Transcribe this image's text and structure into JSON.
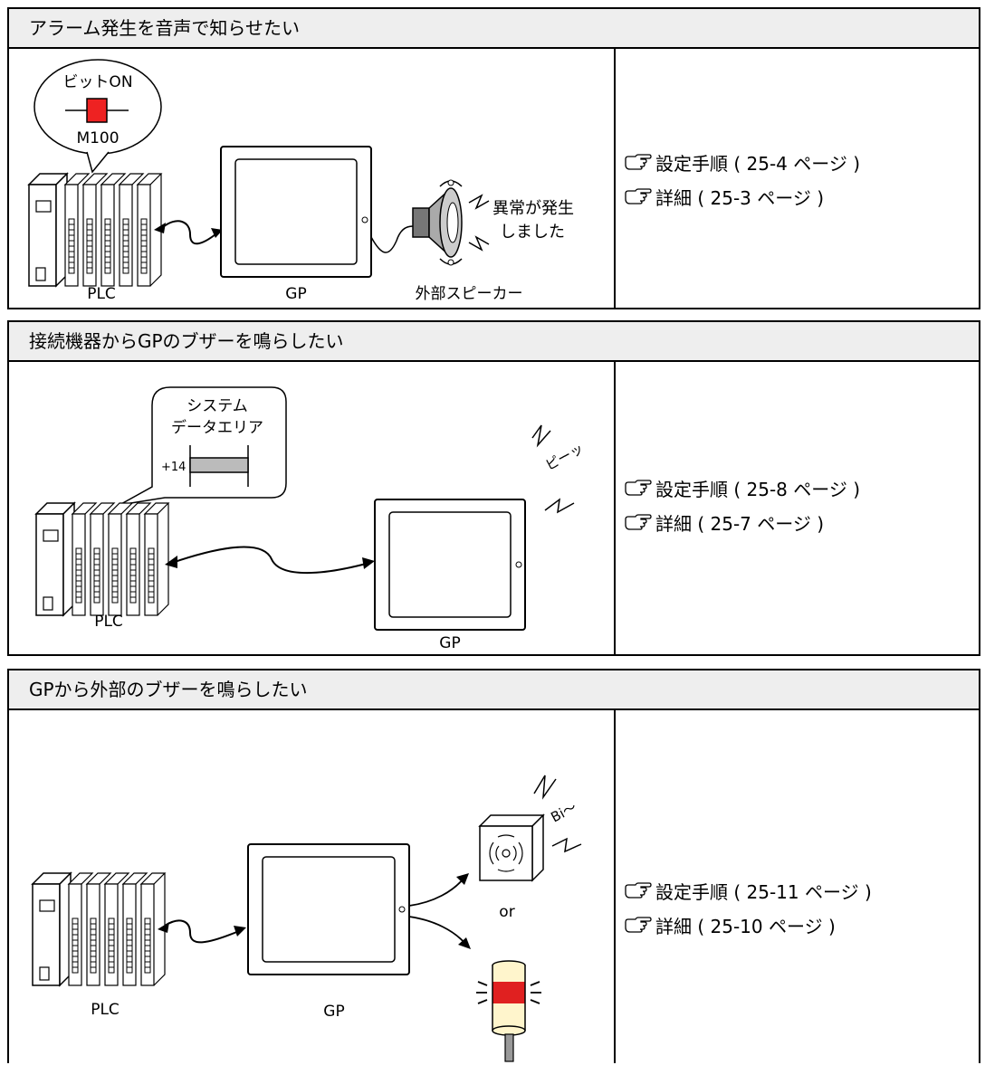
{
  "panels": [
    {
      "title": "アラーム発生を音声で知らせたい",
      "links": [
        {
          "label": "設定手順 ( 25-4 ページ )"
        },
        {
          "label": "詳細 ( 25-3 ページ )"
        }
      ],
      "labels": {
        "plc": "PLC",
        "gp": "GP",
        "speaker": "外部スピーカー",
        "bit_on": "ビットON",
        "bit_address": "M100",
        "message_line1": "異常が発生",
        "message_line2": "しました"
      }
    },
    {
      "title": "接続機器からGPのブザーを鳴らしたい",
      "links": [
        {
          "label": "設定手順 ( 25-8 ページ )"
        },
        {
          "label": "詳細 ( 25-7 ページ )"
        }
      ],
      "labels": {
        "plc": "PLC",
        "gp": "GP",
        "area_line1": "システム",
        "area_line2": "データエリア",
        "offset": "+14",
        "beep": "ピーッ"
      }
    },
    {
      "title": "GPから外部のブザーを鳴らしたい",
      "links": [
        {
          "label": "設定手順 ( 25-11 ページ )"
        },
        {
          "label": "詳細 ( 25-10 ページ )"
        }
      ],
      "labels": {
        "plc": "PLC",
        "gp": "GP",
        "or": "or",
        "bi": "Bi～"
      }
    }
  ],
  "colors": {
    "header_bg": "#eeeeee",
    "bit_red": "#ee2222",
    "lamp_red": "#e02020",
    "lamp_body": "#fff5cc",
    "register_gray": "#bbbbbb"
  },
  "icons": {
    "reference": "pointing-hand-icon",
    "plc": "plc-rack-icon",
    "gp": "touch-panel-icon",
    "speaker": "speaker-icon",
    "buzzer": "buzzer-icon",
    "lamp": "signal-lamp-icon"
  }
}
